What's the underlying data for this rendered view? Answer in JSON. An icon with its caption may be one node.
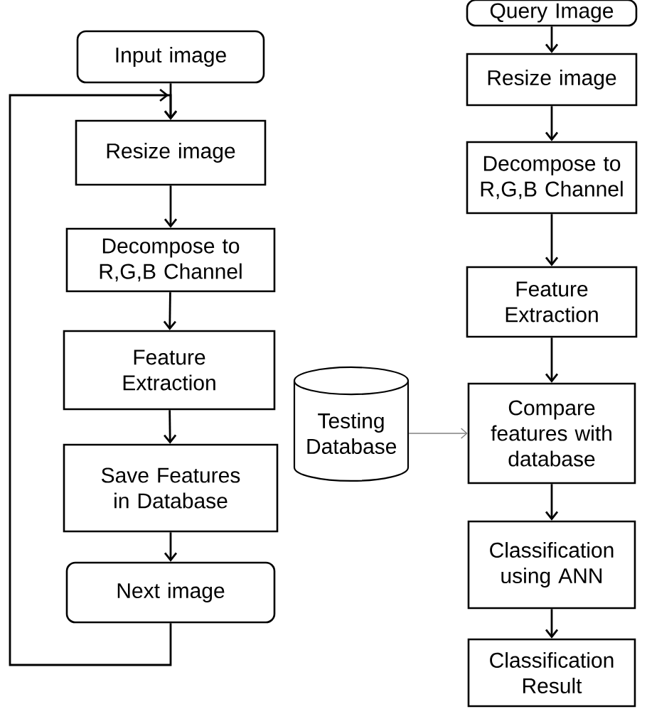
{
  "diagram": {
    "nodes": [
      {
        "text": [
          "Input image"
        ]
      },
      {
        "text": [
          "Resize image"
        ]
      },
      {
        "text": [
          "Decompose to R,G,B Channel"
        ]
      },
      {
        "text": [
          "Feature Extraction"
        ]
      },
      {
        "text": [
          "Save Features in Database"
        ]
      },
      {
        "text": [
          "Next image"
        ]
      },
      {
        "text": [
          "Query Image"
        ]
      },
      {
        "text": [
          "Resize image"
        ]
      },
      {
        "text": [
          "Decompose to R,G,B Channel"
        ]
      },
      {
        "text": [
          "Feature Extraction"
        ]
      },
      {
        "text": [
          "Compare features with database"
        ]
      },
      {
        "text": [
          "Classification using ANN"
        ]
      },
      {
        "text": [
          "Classification Result"
        ]
      },
      {
        "text": [
          "Testing Database"
        ]
      }
    ],
    "edges": [
      {
        "from": 0,
        "to": 1,
        "arrow": "to"
      },
      {
        "from": 1,
        "to": 2,
        "arrow": "to"
      },
      {
        "from": 2,
        "to": 3,
        "arrow": "to"
      },
      {
        "from": 3,
        "to": 4,
        "arrow": "to"
      },
      {
        "from": 4,
        "to": 5,
        "arrow": "to"
      },
      {
        "from": 5,
        "to": 1,
        "arrow": "to"
      },
      {
        "from": 6,
        "to": 7,
        "arrow": "to"
      },
      {
        "from": 7,
        "to": 8,
        "arrow": "to"
      },
      {
        "from": 8,
        "to": 9,
        "arrow": "to"
      },
      {
        "from": 9,
        "to": 10,
        "arrow": "to"
      },
      {
        "from": 10,
        "to": 11,
        "arrow": "to"
      },
      {
        "from": 11,
        "to": 12,
        "arrow": "to"
      },
      {
        "from": 13,
        "to": 10,
        "arrow": "to",
        "color": "#808080"
      }
    ]
  }
}
